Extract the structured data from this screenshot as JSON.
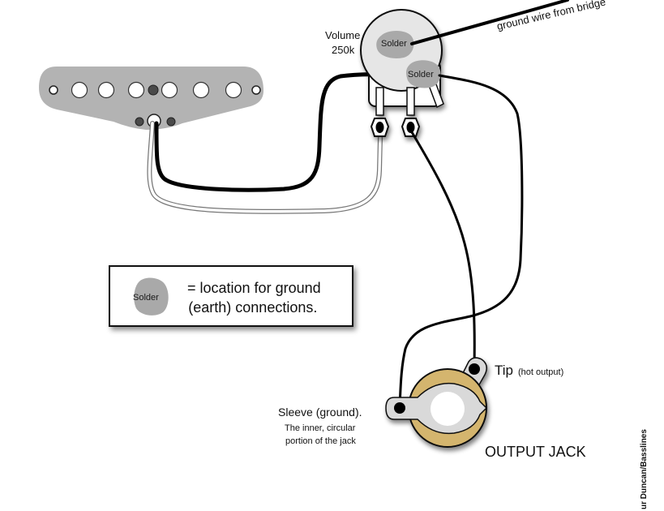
{
  "diagram": {
    "title": "Single-coil pickup, volume pot and output jack wiring",
    "pot": {
      "name_label": "Volume",
      "value_label": "250k",
      "solder_label_top": "Solder",
      "solder_label_bottom": "Solder"
    },
    "ground_wire_label": "ground wire from bridge",
    "legend": {
      "blob_label": "Solder",
      "line1": "= location for ground",
      "line2": "(earth) connections."
    },
    "jack": {
      "tip_label": "Tip",
      "tip_note": "(hot output)",
      "sleeve_label": "Sleeve (ground).",
      "sleeve_note_line1": "The inner, circular",
      "sleeve_note_line2": "portion of the jack",
      "title": "OUTPUT JACK"
    },
    "credit": "ur Duncan/Basslines",
    "colors": {
      "pickup_plate": "#b3b3b3",
      "pot_body": "#e6e6e6",
      "solder_blob": "#a9a9a9",
      "jack_ring": "#d4b56e",
      "jack_lug": "#d9d9d9",
      "wire_black": "#000000",
      "wire_white": "#ffffff"
    }
  }
}
